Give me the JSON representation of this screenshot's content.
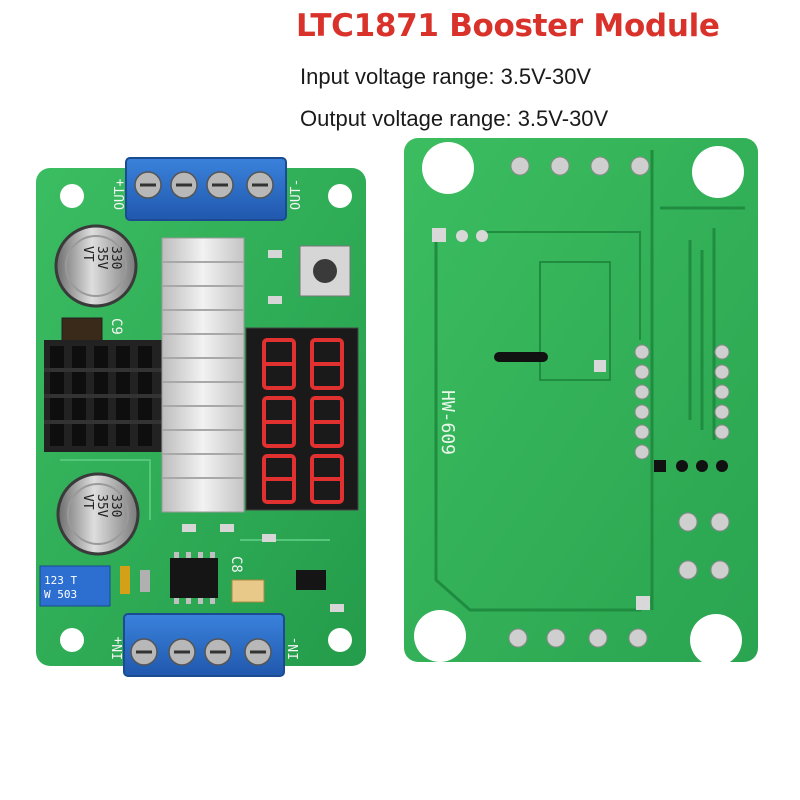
{
  "header": {
    "title": "LTC1871 Booster Module",
    "specs": {
      "input": "Input voltage range: 3.5V-30V",
      "output": "Output voltage range: 3.5V-30V"
    }
  },
  "front_board": {
    "terminal_top": {
      "left_label": "OUT+",
      "right_label": "OUT-"
    },
    "terminal_bottom": {
      "left_label": "IN+",
      "right_label": "IN-"
    },
    "capacitor_top": {
      "line1": "VT",
      "line2": "35V",
      "line3": "330"
    },
    "capacitor_bottom": {
      "line1": "VT",
      "line2": "35V",
      "line3": "330"
    },
    "potentiometer": {
      "line1": "123 T",
      "line2": "W 503"
    },
    "labels": {
      "c9": "C9",
      "c8": "C8"
    },
    "display_digits": [
      "8.",
      "8.",
      "8."
    ]
  },
  "back_board": {
    "model_label": "HW-609"
  },
  "colors": {
    "title": "#d9322b",
    "pcb": "#2fae57",
    "terminal": "#2d6fc7",
    "heatsink_black": "#1b1b1b",
    "heatsink_silver": "#dcdcdc",
    "display_segment": "#e03030"
  }
}
